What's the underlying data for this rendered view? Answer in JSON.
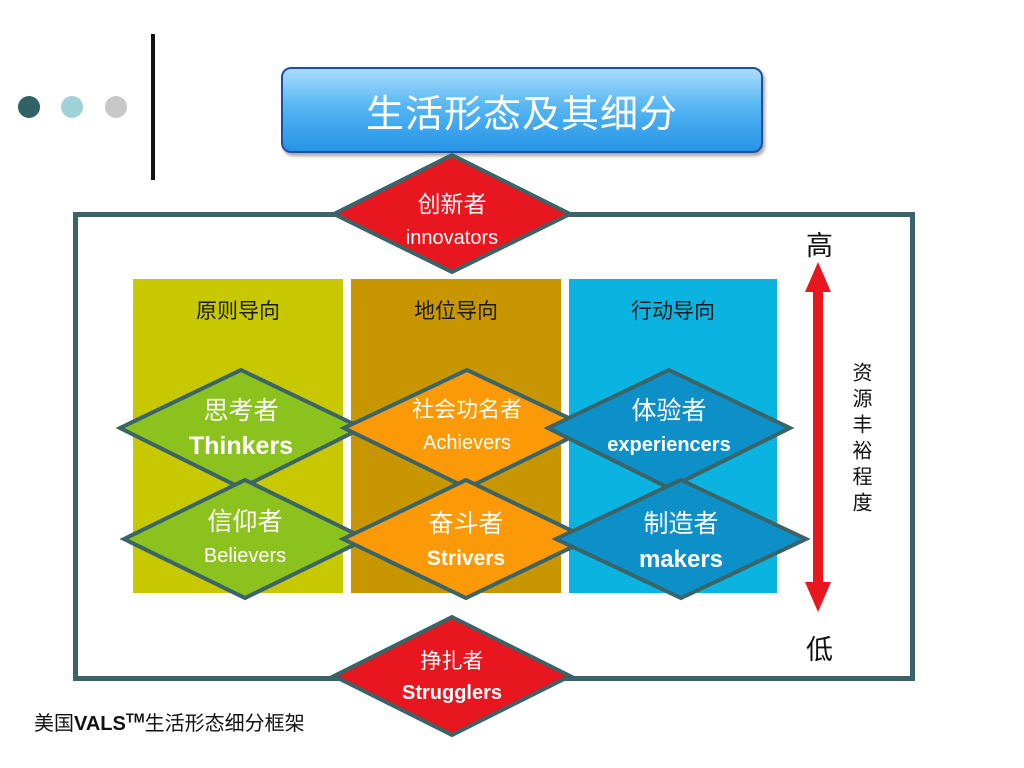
{
  "title": "生活形态及其细分",
  "columns": [
    {
      "label": "原则导向",
      "color": "#c8c800"
    },
    {
      "label": "地位导向",
      "color": "#c89600"
    },
    {
      "label": "行动导向",
      "color": "#0bb4e0"
    }
  ],
  "top": {
    "zh": "创新者",
    "en": "innovators"
  },
  "bottom": {
    "zh": "挣扎者",
    "en": "Strugglers"
  },
  "segments": {
    "thinkers": {
      "zh": "思考者",
      "en": "Thinkers"
    },
    "believers": {
      "zh": "信仰者",
      "en": "Believers"
    },
    "achievers": {
      "zh": "社会功名者",
      "en": "Achievers"
    },
    "strivers": {
      "zh": "奋斗者",
      "en": "Strivers"
    },
    "experiencers": {
      "zh": "体验者",
      "en": "experiencers"
    },
    "makers": {
      "zh": "制造者",
      "en": "makers"
    }
  },
  "axis": {
    "high": "高",
    "low": "低",
    "label": "资源丰裕程度"
  },
  "caption": {
    "prefix": "美国",
    "brand": "VALS",
    "tm": "TM",
    "suffix": "生活形态细分框架"
  },
  "colors": {
    "red": "#e8161e",
    "green": "#8cc21e",
    "orange": "#fb9a06",
    "blue": "#0d8fc7",
    "border": "#3a6467",
    "dot_dark": "#2f6166",
    "dot_mid": "#9fd1d6",
    "dot_light": "#c7c7c7"
  }
}
